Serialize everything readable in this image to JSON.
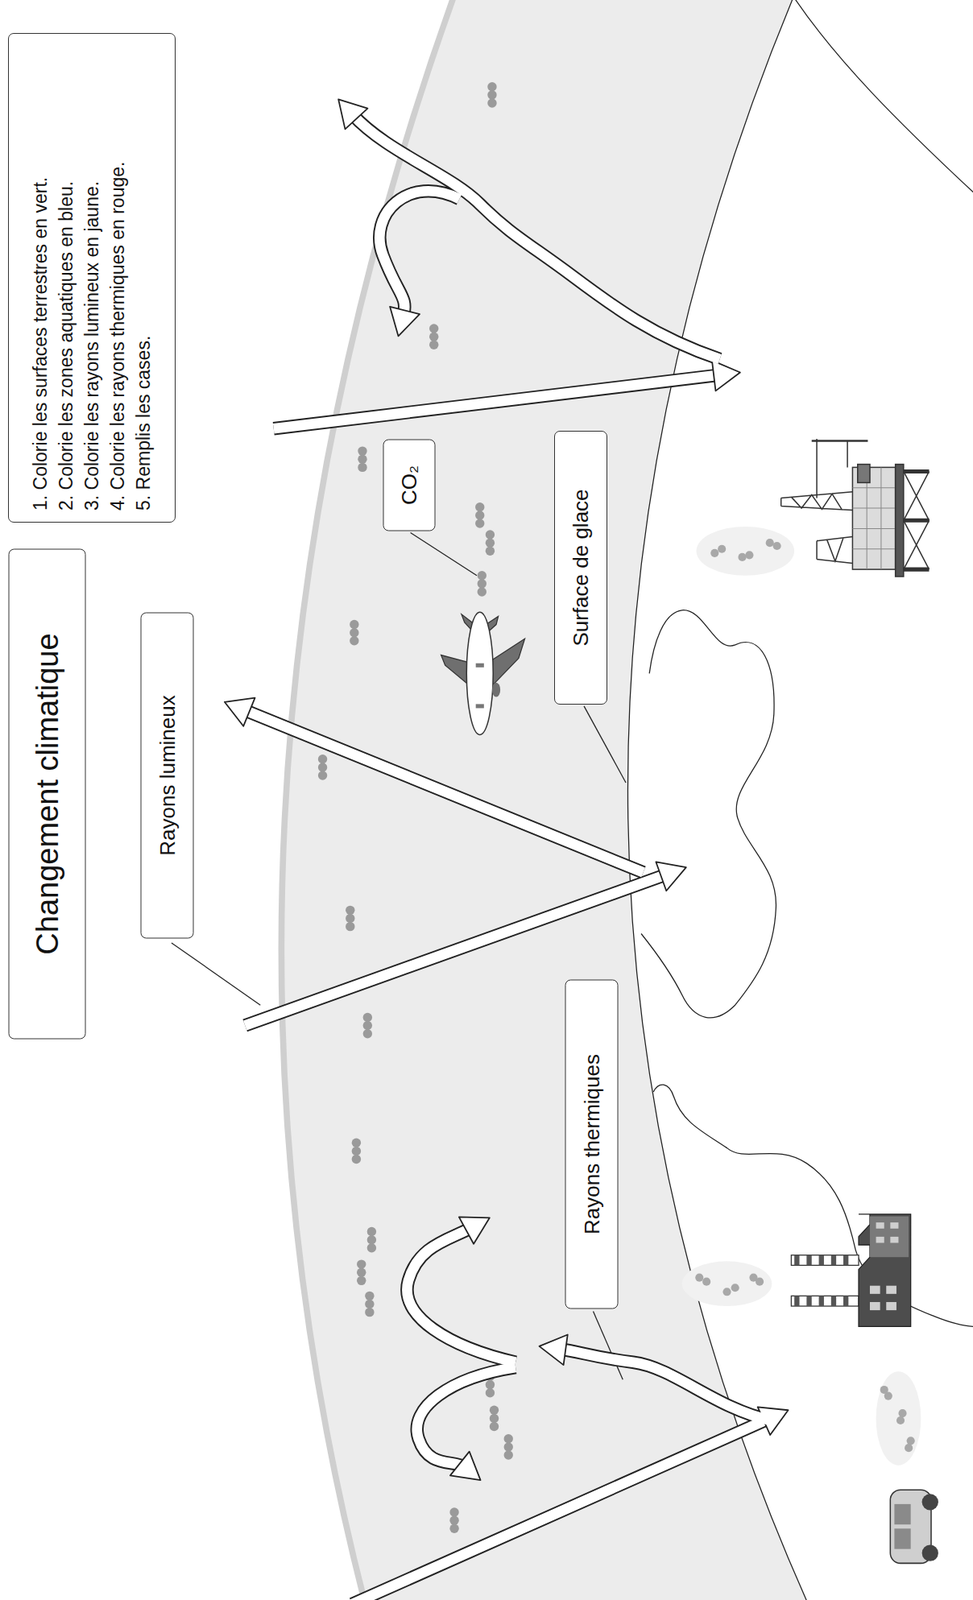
{
  "diagram": {
    "title": "Changement climatique",
    "nodes": [
      {
        "text": [
          "1. Colorie les surfaces terrestres en vert.",
          "2. Colorie les zones aquatiques en bleu.",
          "3. Colorie les rayons lumineux en jaune.",
          "4. Colorie les rayons thermiques en rouge.",
          "5. Remplis les cases."
        ]
      },
      {
        "text": [
          "Rayons lumineux"
        ]
      },
      {
        "text": [
          "CO₂"
        ]
      },
      {
        "text": [
          "Surface de glace"
        ]
      },
      {
        "text": [
          "Rayons thermiques"
        ]
      }
    ]
  }
}
